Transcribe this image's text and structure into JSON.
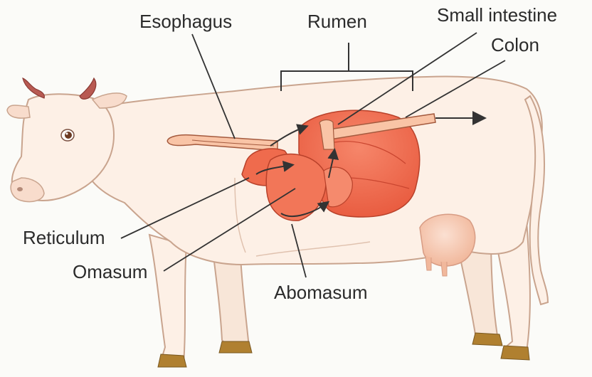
{
  "figure": {
    "labels": {
      "esophagus": "Esophagus",
      "rumen": "Rumen",
      "small_intestine": "Small intestine",
      "colon": "Colon",
      "reticulum": "Reticulum",
      "omasum": "Omasum",
      "abomasum": "Abomasum"
    },
    "colors": {
      "cow_body": "#fdf0e6",
      "cow_outline": "#c9a48e",
      "horn": "#b85a52",
      "organ_fill": "#ef6b4d",
      "organ_dark": "#c9452f",
      "tube": "#f39a6e",
      "hoof": "#b08030",
      "udder": "#f6c8b0",
      "leader_line": "#333333",
      "label_text": "#2b2b2b"
    }
  }
}
